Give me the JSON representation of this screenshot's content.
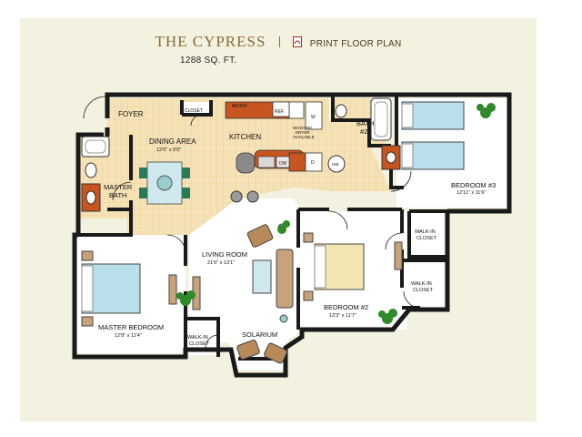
{
  "header": {
    "title": "THE CYPRESS",
    "print_label": "PRINT FLOOR PLAN",
    "sqft": "1288 SQ. FT."
  },
  "rooms": {
    "foyer": "FOYER",
    "closet_top": "CLOSET",
    "micro": "MICRO",
    "ref": "REF.",
    "w": "W",
    "d": "D",
    "dw": "DW",
    "hw": "HW",
    "washer_dryer": [
      "WASHER/",
      "DRYER",
      "AVAILABLE"
    ],
    "dining": {
      "name": "DINING AREA",
      "dims": "12'0\" x 9'0\""
    },
    "kitchen": "KITCHEN",
    "master_bath": [
      "MASTER",
      "BATH"
    ],
    "bath2": [
      "BATH",
      "#2"
    ],
    "bedroom3": {
      "name": "BEDROOM #3",
      "dims": "12'11\" x 11'6\""
    },
    "living": {
      "name": "LIVING ROOM",
      "dims": "21'6\" x 13'1\""
    },
    "bedroom2": {
      "name": "BEDROOM #2",
      "dims": "13'3\" x 11'7\""
    },
    "master_bedroom": {
      "name": "MASTER BEDROOM",
      "dims": "12'8\" x 11'4\""
    },
    "solarium": "SOLARIUM",
    "walkin_master": [
      "WALK-IN",
      "CLOSET"
    ],
    "walkin_b3": [
      "WALK-IN",
      "CLOSET"
    ],
    "walkin_b2": [
      "WALK-IN",
      "CLOSET"
    ]
  },
  "colors": {
    "panel_bg": "#f3f1df",
    "wall": "#1a1a1a",
    "floor_tile": "#f6e2b7",
    "carpet": "#ffffff",
    "counter": "#c8541f",
    "bed": "#b9e0ea",
    "bed2": "#f4e6b4",
    "plant": "#2f8a2a",
    "title": "#8a6a3b"
  },
  "icons": [
    "pdf-icon",
    "plant-icon",
    "bed-icon",
    "sofa-icon",
    "tub-icon",
    "toilet-icon",
    "sink-icon"
  ]
}
